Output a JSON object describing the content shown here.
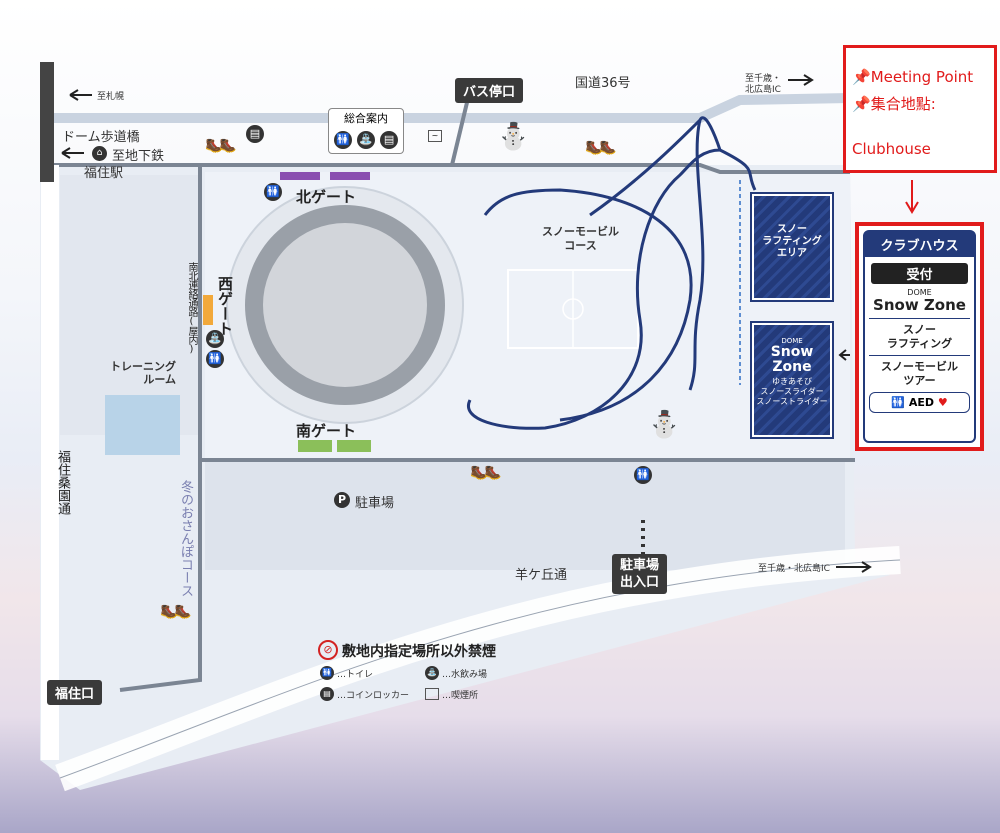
{
  "meeting_point": {
    "line1": "Meeting Point",
    "line2": "集合地點:",
    "line3": "Clubhouse",
    "pin_icon": "pushpin-icon",
    "arrow_icon": "arrow-down-icon",
    "color": "#e11b1b"
  },
  "clubhouse_panel": {
    "title": "クラブハウス",
    "reception": "受付",
    "dome_small": "DOME",
    "snow_zone": "Snow Zone",
    "rafting": "スノー\nラフティング",
    "snowmobile": "スノーモービル\nツアー",
    "aed": "AED",
    "accent": "#233a7a"
  },
  "roads": {
    "route36": "国道36号",
    "bus_stop": "バス停口",
    "to_sapporo": "至札幌",
    "to_chitose_top": "至千歳・\n北広島IC",
    "to_chitose_bottom": "至千歳・北広島IC",
    "dome_bridge": "ドーム歩道橋",
    "to_subway": "至地下鉄",
    "fukuzumi_station": "福住駅",
    "hitsujigaoka": "羊ケ丘通",
    "parking_gate": "駐車場\n出入口",
    "fukuzumi_gate": "福住口",
    "fukuzumi_kuwaen": "福住桑園通",
    "north_south_passage": "南北連絡通路(屋内)"
  },
  "facility": {
    "info": "総合案内",
    "north_gate": "北ゲート",
    "south_gate": "南ゲート",
    "west_gate": "西ゲート",
    "training_room": "トレーニング\nルーム",
    "parking": "駐車場",
    "parking_icon": "P",
    "snowmobile_course": "スノーモービル\nコース",
    "winter_walk": "冬のおさんぽコース"
  },
  "zones": {
    "rafting_area": "スノー\nラフティング\nエリア",
    "dome_small": "DOME",
    "dome_snow": "Snow",
    "dome_zone": "Zone",
    "dome_activities": "ゆきあそび\nスノースライダー\nスノーストライダー"
  },
  "legend": {
    "no_smoking": "敷地内指定場所以外禁煙",
    "toilet": "…トイレ",
    "water": "…水飲み場",
    "locker": "…コインロッカー",
    "smoking_area": "…喫煙所"
  }
}
